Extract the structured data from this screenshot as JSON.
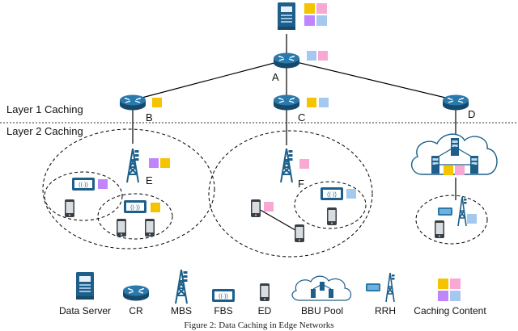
{
  "layers": {
    "layer1": "Layer 1 Caching",
    "layer2": "Layer 2 Caching"
  },
  "nodes": {
    "A": "A",
    "B": "B",
    "C": "C",
    "D": "D",
    "E": "E",
    "F": "F"
  },
  "legend": {
    "data_server": "Data Server",
    "cr": "CR",
    "mbs": "MBS",
    "fbs": "FBS",
    "ed": "ED",
    "bbu_pool": "BBU Pool",
    "rrh": "RRH",
    "caching_content": "Caching Content"
  },
  "fbs_glyph": "((•))",
  "caption": "Figure 2: Data Caching in Edge Networks",
  "colors": {
    "icon_blue": "#1d5f8a",
    "icon_dark": "#154a6d",
    "cache_yellow": "#f5c400",
    "cache_pink": "#f9a8d4",
    "cache_purple": "#c084fc",
    "cache_lightblue": "#a5c8f0"
  }
}
